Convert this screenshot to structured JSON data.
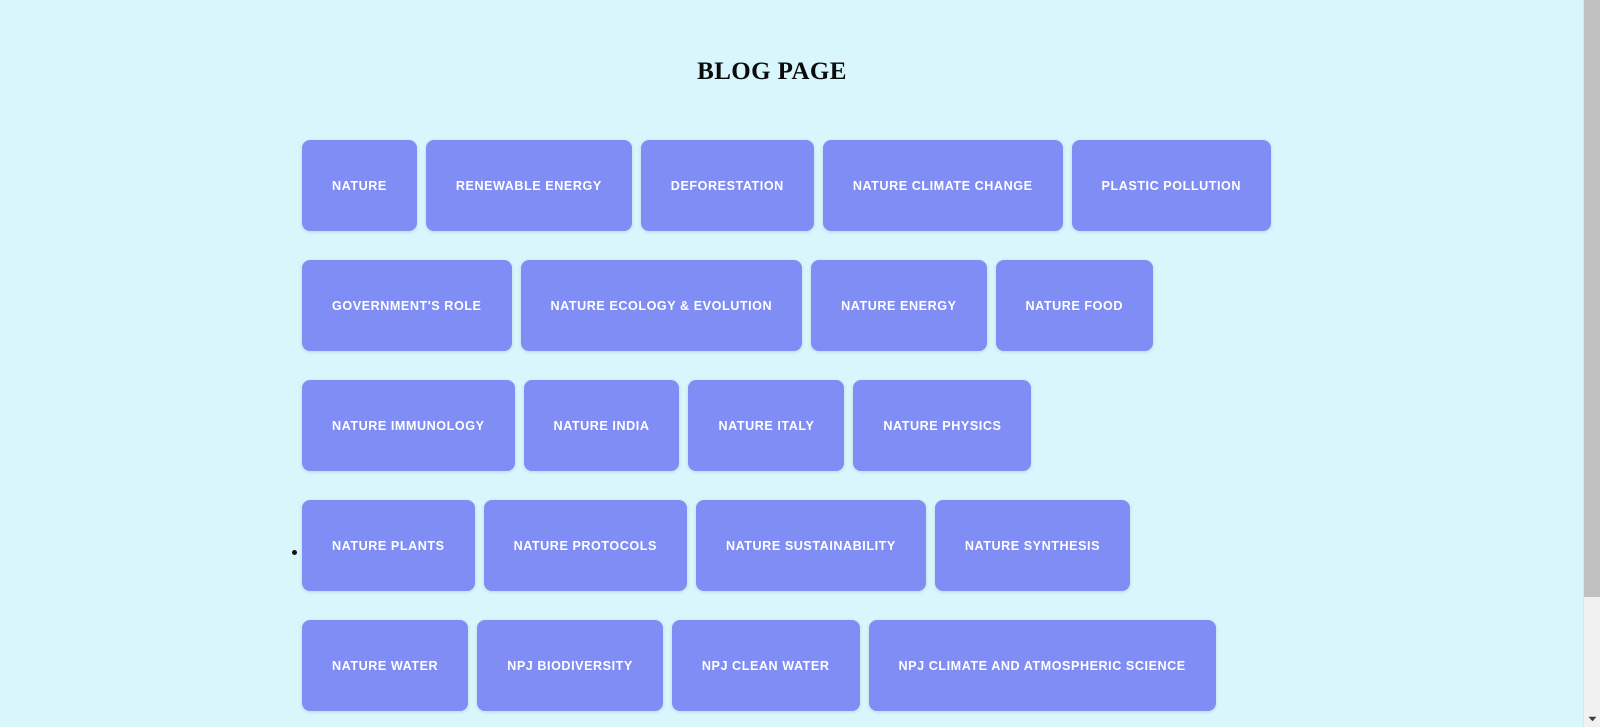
{
  "page": {
    "title": "BLOG PAGE",
    "background_color": "#d8f6fb",
    "tag_color": "#7f8df5",
    "tag_text_color": "#ffffff"
  },
  "tag_rows": [
    {
      "tags": [
        {
          "label": "NATURE"
        },
        {
          "label": "RENEWABLE ENERGY"
        },
        {
          "label": "DEFORESTATION"
        },
        {
          "label": "NATURE CLIMATE CHANGE"
        },
        {
          "label": "PLASTIC POLLUTION"
        }
      ]
    },
    {
      "tags": [
        {
          "label": "GOVERNMENT'S ROLE"
        },
        {
          "label": "NATURE ECOLOGY & EVOLUTION"
        },
        {
          "label": "NATURE ENERGY"
        },
        {
          "label": "NATURE FOOD"
        }
      ]
    },
    {
      "tags": [
        {
          "label": "NATURE IMMUNOLOGY"
        },
        {
          "label": "NATURE INDIA"
        },
        {
          "label": "NATURE ITALY"
        },
        {
          "label": "NATURE PHYSICS"
        }
      ]
    },
    {
      "bullet": true,
      "tags": [
        {
          "label": "NATURE PLANTS"
        },
        {
          "label": "NATURE PROTOCOLS"
        },
        {
          "label": "NATURE SUSTAINABILITY"
        },
        {
          "label": "NATURE SYNTHESIS"
        }
      ]
    },
    {
      "tags": [
        {
          "label": "NATURE WATER"
        },
        {
          "label": "NPJ BIODIVERSITY"
        },
        {
          "label": "NPJ CLEAN WATER"
        },
        {
          "label": "NPJ CLIMATE AND ATMOSPHERIC SCIENCE"
        }
      ]
    }
  ],
  "scrollbar": {
    "orientation": "vertical",
    "thumb_color": "#c1c1c1",
    "track_color": "#f1f1f1",
    "down_arrow_icon": "chevron-down-icon"
  }
}
